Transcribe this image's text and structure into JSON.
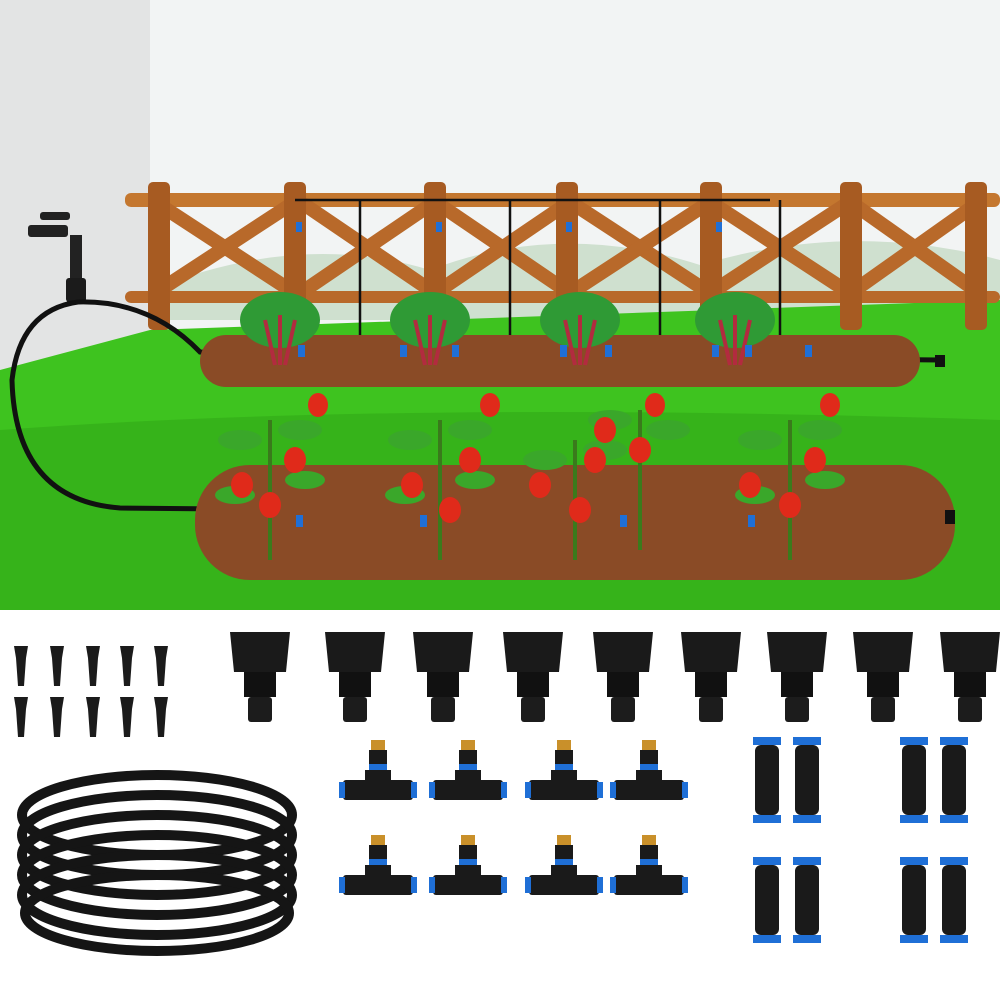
{
  "scene": {
    "sky_color": "#f2f4f4",
    "wall_color": "#e3e4e4",
    "grass_color": "#3ec31f",
    "soil_color": "#8a4b26",
    "fence_color": "#b8692a",
    "tube_color": "#111111",
    "connector_accent": "#1f6fd6",
    "bed_rows": [
      "top-row-chard",
      "bottom-row-peppers"
    ],
    "plants_top_row": 4,
    "plants_bottom_row": 5
  },
  "parts": {
    "end_plugs": {
      "count": 10,
      "icon": "end-plug-icon"
    },
    "tubing_coil": {
      "count": 1,
      "icon": "tubing-coil-icon"
    },
    "faucet_adapters": {
      "count": 9,
      "icon": "faucet-adapter-icon"
    },
    "tee_nozzles": {
      "count": 8,
      "icon": "mist-tee-nozzle-icon",
      "nozzle_color": "#c9902a"
    },
    "straight_couplers": {
      "count": 8,
      "icon": "straight-coupler-icon"
    }
  }
}
